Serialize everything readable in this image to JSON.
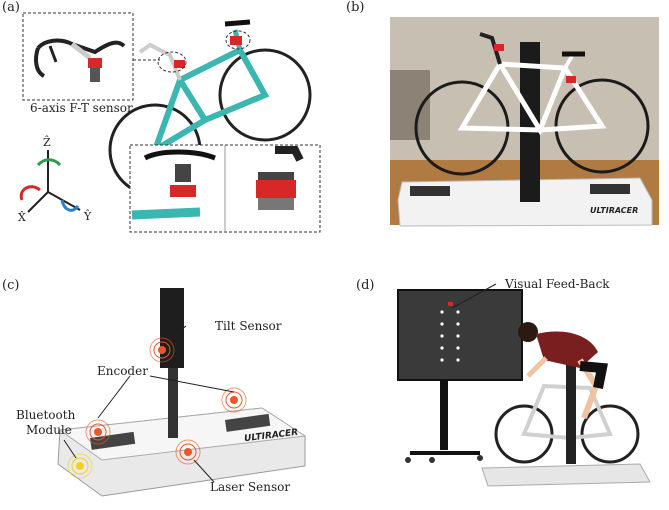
{
  "panels": {
    "a": {
      "label": "(a)",
      "sensor_caption": "6-axis F-T sensor",
      "axes": {
        "z": "Ẑ",
        "x": "X̂",
        "y": "Ŷ"
      }
    },
    "b": {
      "label": "(b)",
      "brand": "ULTIRACER"
    },
    "c": {
      "label": "(c)",
      "brand": "ULTIRACER",
      "callouts": {
        "tilt": "Tilt Sensor",
        "encoder": "Encoder",
        "bluetooth_line1": "Bluetooth",
        "bluetooth_line2": "Module",
        "laser": "Laser Sensor"
      }
    },
    "d": {
      "label": "(d)",
      "callouts": {
        "visual": "Visual Feed-Back"
      }
    }
  },
  "colors": {
    "frame_teal": "#3bb6b0",
    "sensor_red": "#d62828",
    "room_wall": "#c7bfb2",
    "floor_wood": "#b07a43",
    "platform_white": "#f2f2f2",
    "screen_dark": "#3a3a3a",
    "jersey": "#7a1f1f",
    "signal_orange": "#e8582a",
    "signal_yellow": "#f2d21b"
  }
}
